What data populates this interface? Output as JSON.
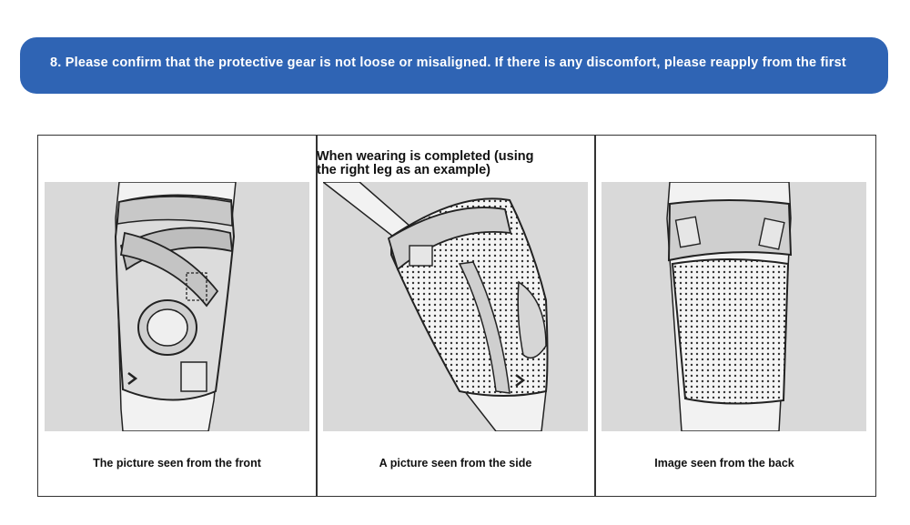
{
  "banner": {
    "text": "8. Please confirm that the protective gear is not loose or misaligned. If there is any discomfort, please reapply from the first"
  },
  "heading": {
    "line1": "When wearing is completed (using",
    "line2": " the right leg as an example)"
  },
  "panels": [
    {
      "caption": "The picture seen from the front"
    },
    {
      "caption": "A picture seen from the side"
    },
    {
      "caption": "Image seen from the back"
    }
  ],
  "colors": {
    "banner": "#2f64b4",
    "panel_bg": "#d9d9d9",
    "line": "#222222"
  }
}
